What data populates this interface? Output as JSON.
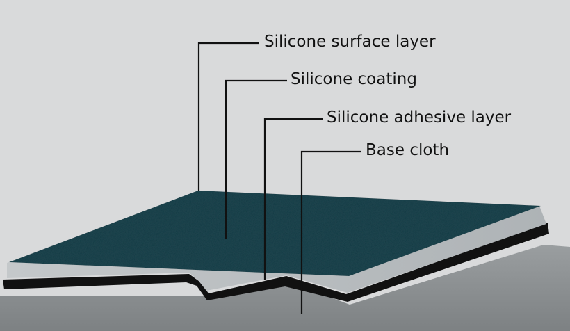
{
  "diagram": {
    "labels": {
      "surface_layer": "Silicone surface layer",
      "coating": "Silicone coating",
      "adhesive_layer": "Silicone adhesive layer",
      "base_cloth": "Base cloth"
    },
    "colors": {
      "background": "#d9dadb",
      "surface_layer": "#1c4650",
      "coating_layer": "#b7bcbf",
      "adhesive_layer": "#111111",
      "base_cloth": "#8d9193",
      "leader_lines": "#111111"
    }
  }
}
